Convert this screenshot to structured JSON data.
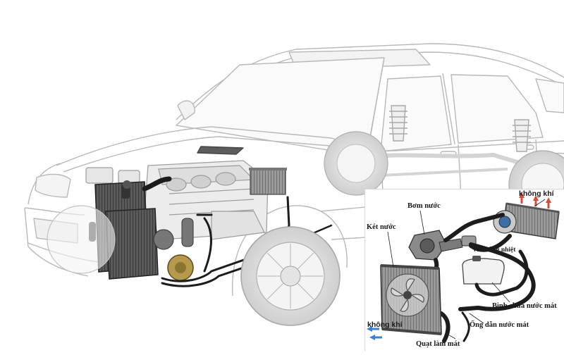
{
  "labels": {
    "air_top": "không khí",
    "pump": "Bơm nước",
    "radiator": "Két nước",
    "thermostat": "Van hằng nhiệt",
    "reservoir": "Bình chứa nước mát",
    "pipe": "Ống dẫn nước mát",
    "air_bottom": "không khí",
    "fan": "Quạt làm mát"
  },
  "colors": {
    "outline": "#b9b9b9",
    "hose": "#1c1c1c",
    "metal": "#8a8a8a",
    "air_warm": "#d84a3a",
    "air_cool": "#3a7fd8"
  }
}
